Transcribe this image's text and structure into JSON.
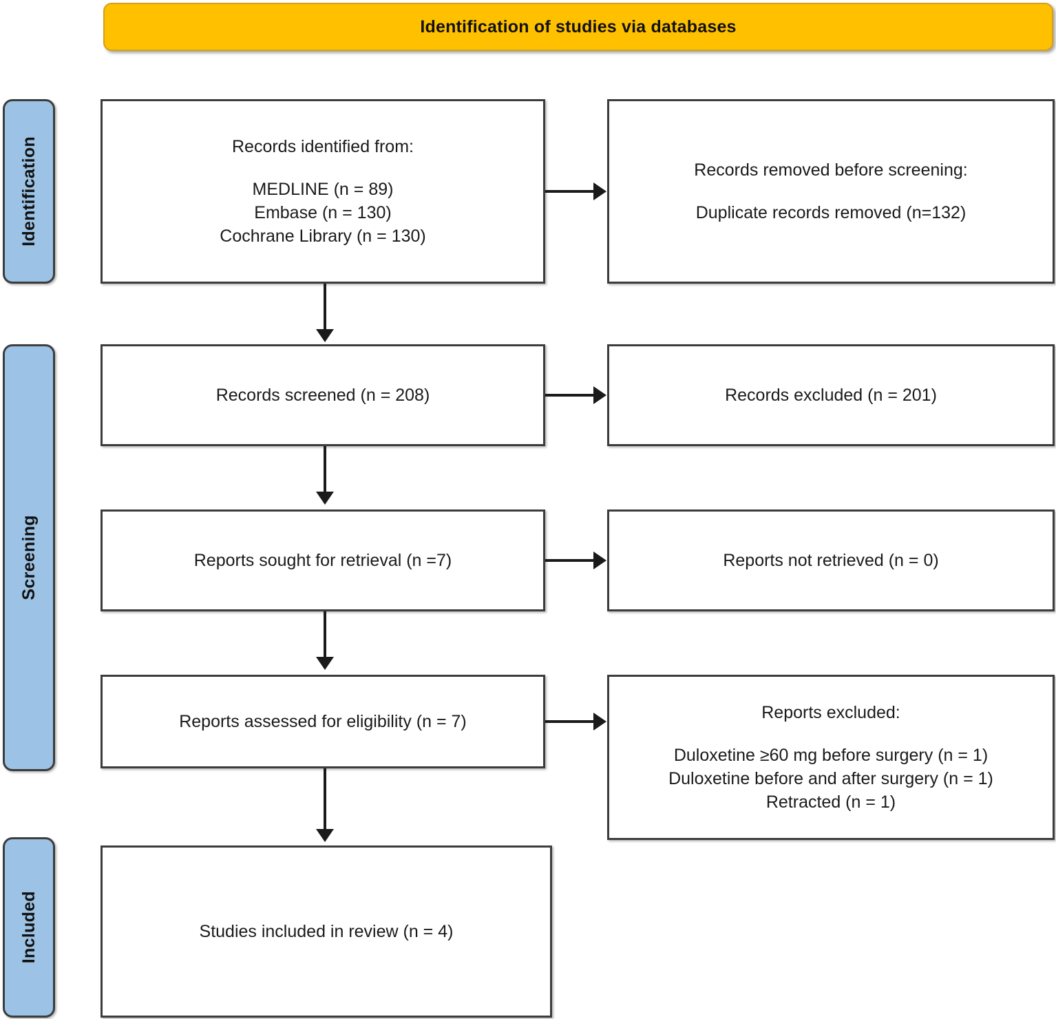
{
  "banner": {
    "title": "Identification of studies via databases",
    "color": "#FFC000"
  },
  "rails": {
    "color": "#9CC3E5",
    "identification": "Identification",
    "screening": "Screening",
    "included": "Included"
  },
  "boxes": {
    "identified": {
      "heading": "Records identified from:",
      "lines": [
        "MEDLINE (n = 89)",
        "Embase (n = 130)",
        "Cochrane Library (n = 130)"
      ]
    },
    "removed": {
      "heading": "Records removed before screening:",
      "lines": [
        "Duplicate records removed (n=132)"
      ]
    },
    "screened": {
      "text": "Records screened (n = 208)"
    },
    "excluded_screening": {
      "text": "Records excluded (n = 201)"
    },
    "sought": {
      "text": "Reports sought for retrieval (n =7)"
    },
    "not_retrieved": {
      "text": "Reports not retrieved (n = 0)"
    },
    "assessed": {
      "text": "Reports assessed for eligibility (n = 7)"
    },
    "excluded_eligibility": {
      "heading": "Reports excluded:",
      "lines": [
        "Duloxetine ≥60 mg before surgery (n = 1)",
        "Duloxetine before and after surgery (n = 1)",
        "Retracted (n = 1)"
      ]
    },
    "included": {
      "text": "Studies included in review (n = 4)"
    }
  }
}
